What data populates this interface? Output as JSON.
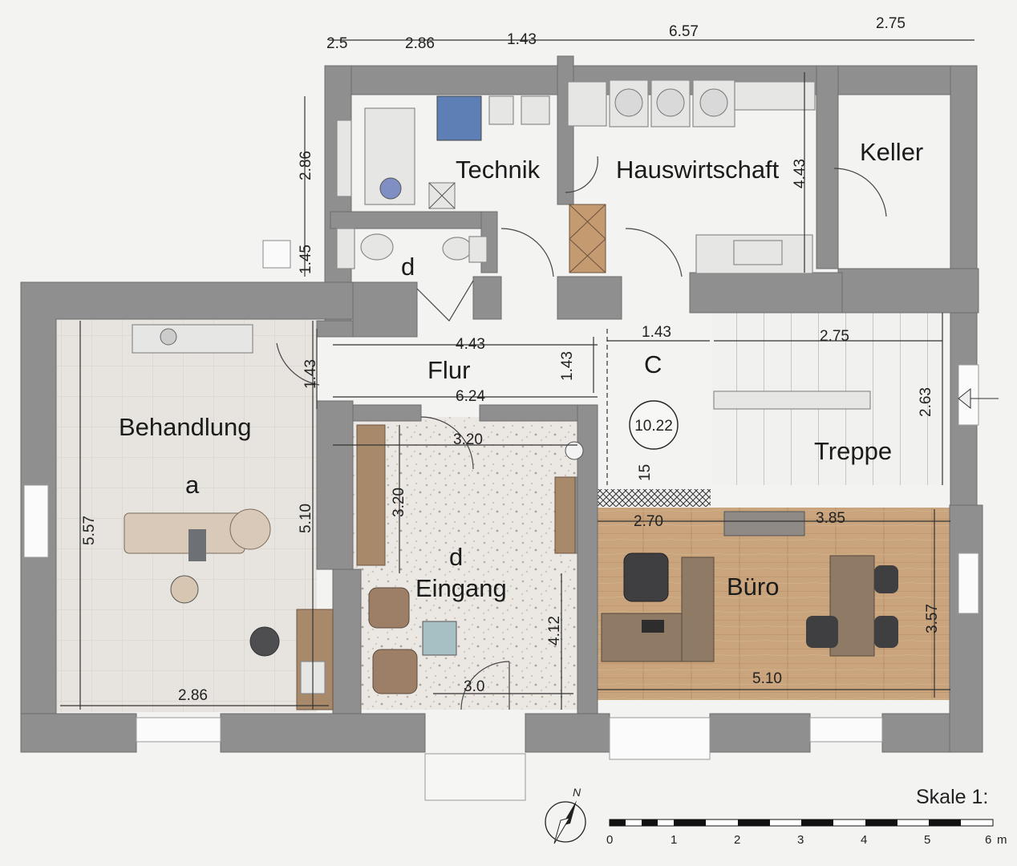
{
  "rooms": {
    "technik": "Technik",
    "hauswirtschaft": "Hauswirtschaft",
    "keller": "Keller",
    "wc_letter": "d",
    "flur": "Flur",
    "c_letter": "C",
    "c_marker": "10.22",
    "behandlung": "Behandlung",
    "behandlung_letter": "a",
    "eingang_letter": "d",
    "eingang": "Eingang",
    "buero": "Büro",
    "treppe": "Treppe"
  },
  "dimensions": {
    "top_1": "2.5",
    "top_2": "2.86",
    "top_3": "1.43",
    "top_4": "6.57",
    "top_5": "2.75",
    "left_technik": "2.86",
    "left_wc": "1.45",
    "hauswirtschaft_v": "4.43",
    "flur_h1": "4.43",
    "flur_h2": "6.24",
    "flur_v_left": "1.43",
    "flur_v_right": "1.43",
    "c_h": "1.43",
    "treppe_h": "2.75",
    "treppe_v": "2.63",
    "eingang_h": "3.20",
    "eingang_v": "3.20",
    "behandlung_v_left": "5.57",
    "behandlung_v_right": "5.10",
    "behandlung_h": "2.86",
    "eingang_v2": "4.12",
    "eingang_door": "3.0",
    "strip_v": "15",
    "buero_h_left": "2.70",
    "buero_h_right": "3.85",
    "buero_v": "3.57",
    "buero_h_bottom": "5.10"
  },
  "scale": {
    "title": "Skale 1:",
    "ticks": [
      "0",
      "1",
      "2",
      "3",
      "4",
      "5",
      "6"
    ],
    "unit": "m"
  },
  "north": "N",
  "colors": {
    "wall": "#8f8f8f",
    "floor_tile": "#e4e1dc",
    "terrazzo": "#e9e6e1",
    "wood": "#c7a27a",
    "background": "#f3f3f1"
  }
}
